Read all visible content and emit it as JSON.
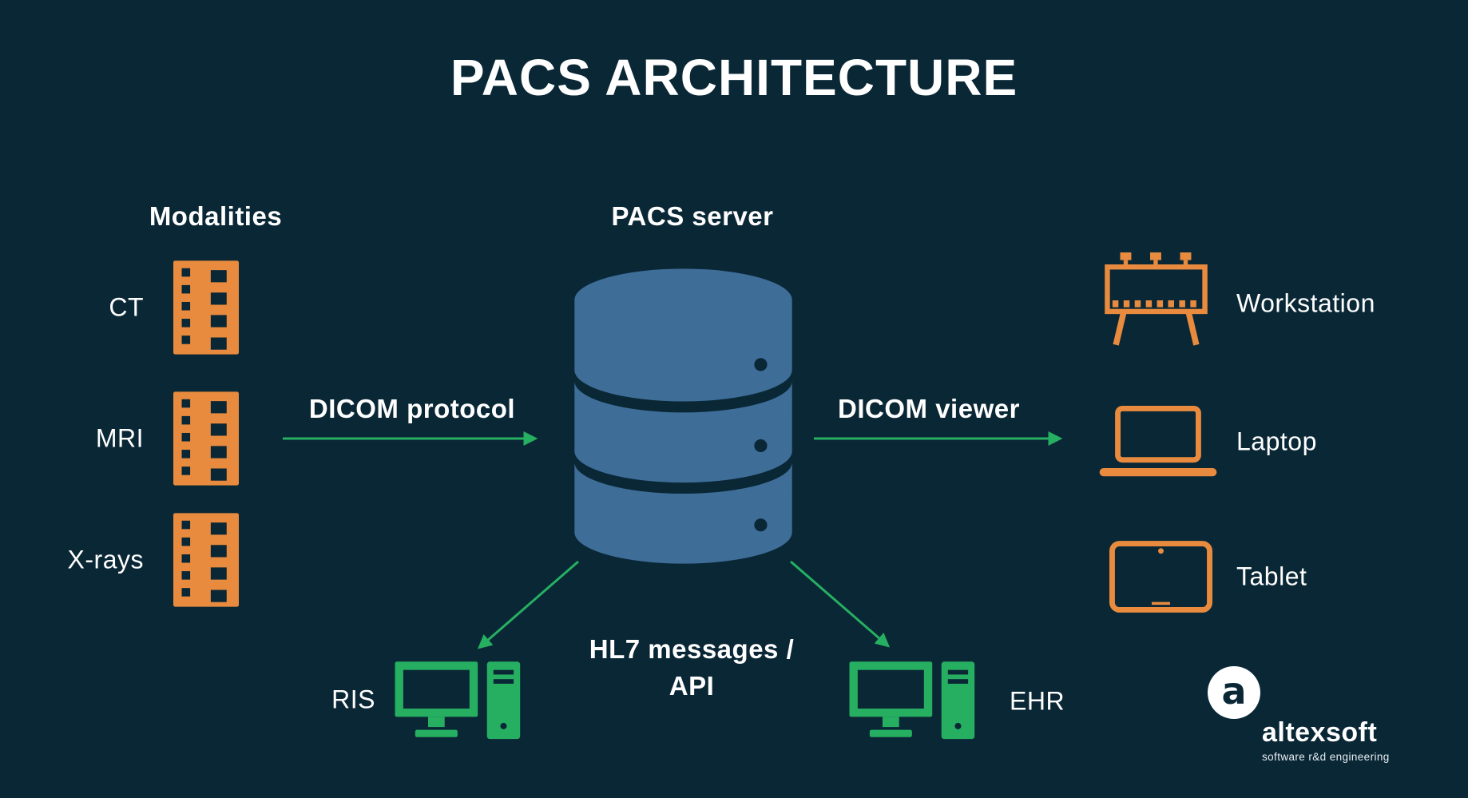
{
  "title": "PACS ARCHITECTURE",
  "colors": {
    "background": "#0a2736",
    "orange": "#e88b3e",
    "green": "#26af61",
    "blue": "#3e6d98",
    "text": "#ffffff"
  },
  "modalities": {
    "heading": "Modalities",
    "items": [
      {
        "label": "CT",
        "icon": "film-strip-icon"
      },
      {
        "label": "MRI",
        "icon": "film-strip-icon"
      },
      {
        "label": "X-rays",
        "icon": "film-strip-icon"
      }
    ]
  },
  "server": {
    "heading": "PACS server",
    "icon": "database-icon"
  },
  "connections": {
    "dicom_protocol": {
      "label": "DICOM protocol",
      "from": "modalities",
      "to": "pacs-server"
    },
    "dicom_viewer": {
      "label": "DICOM viewer",
      "from": "pacs-server",
      "to": "viewers"
    },
    "hl7_api": {
      "label_line1": "HL7 messages /",
      "label_line2": "API",
      "from": "pacs-server",
      "to": "RIS and EHR"
    }
  },
  "viewers": [
    {
      "label": "Workstation",
      "icon": "workstation-icon"
    },
    {
      "label": "Laptop",
      "icon": "laptop-icon"
    },
    {
      "label": "Tablet",
      "icon": "tablet-icon"
    }
  ],
  "systems": [
    {
      "label": "RIS",
      "icon": "desktop-computer-icon"
    },
    {
      "label": "EHR",
      "icon": "desktop-computer-icon"
    }
  ],
  "logo": {
    "mark": "a",
    "brand": "altexsoft",
    "tagline": "software r&d engineering"
  }
}
